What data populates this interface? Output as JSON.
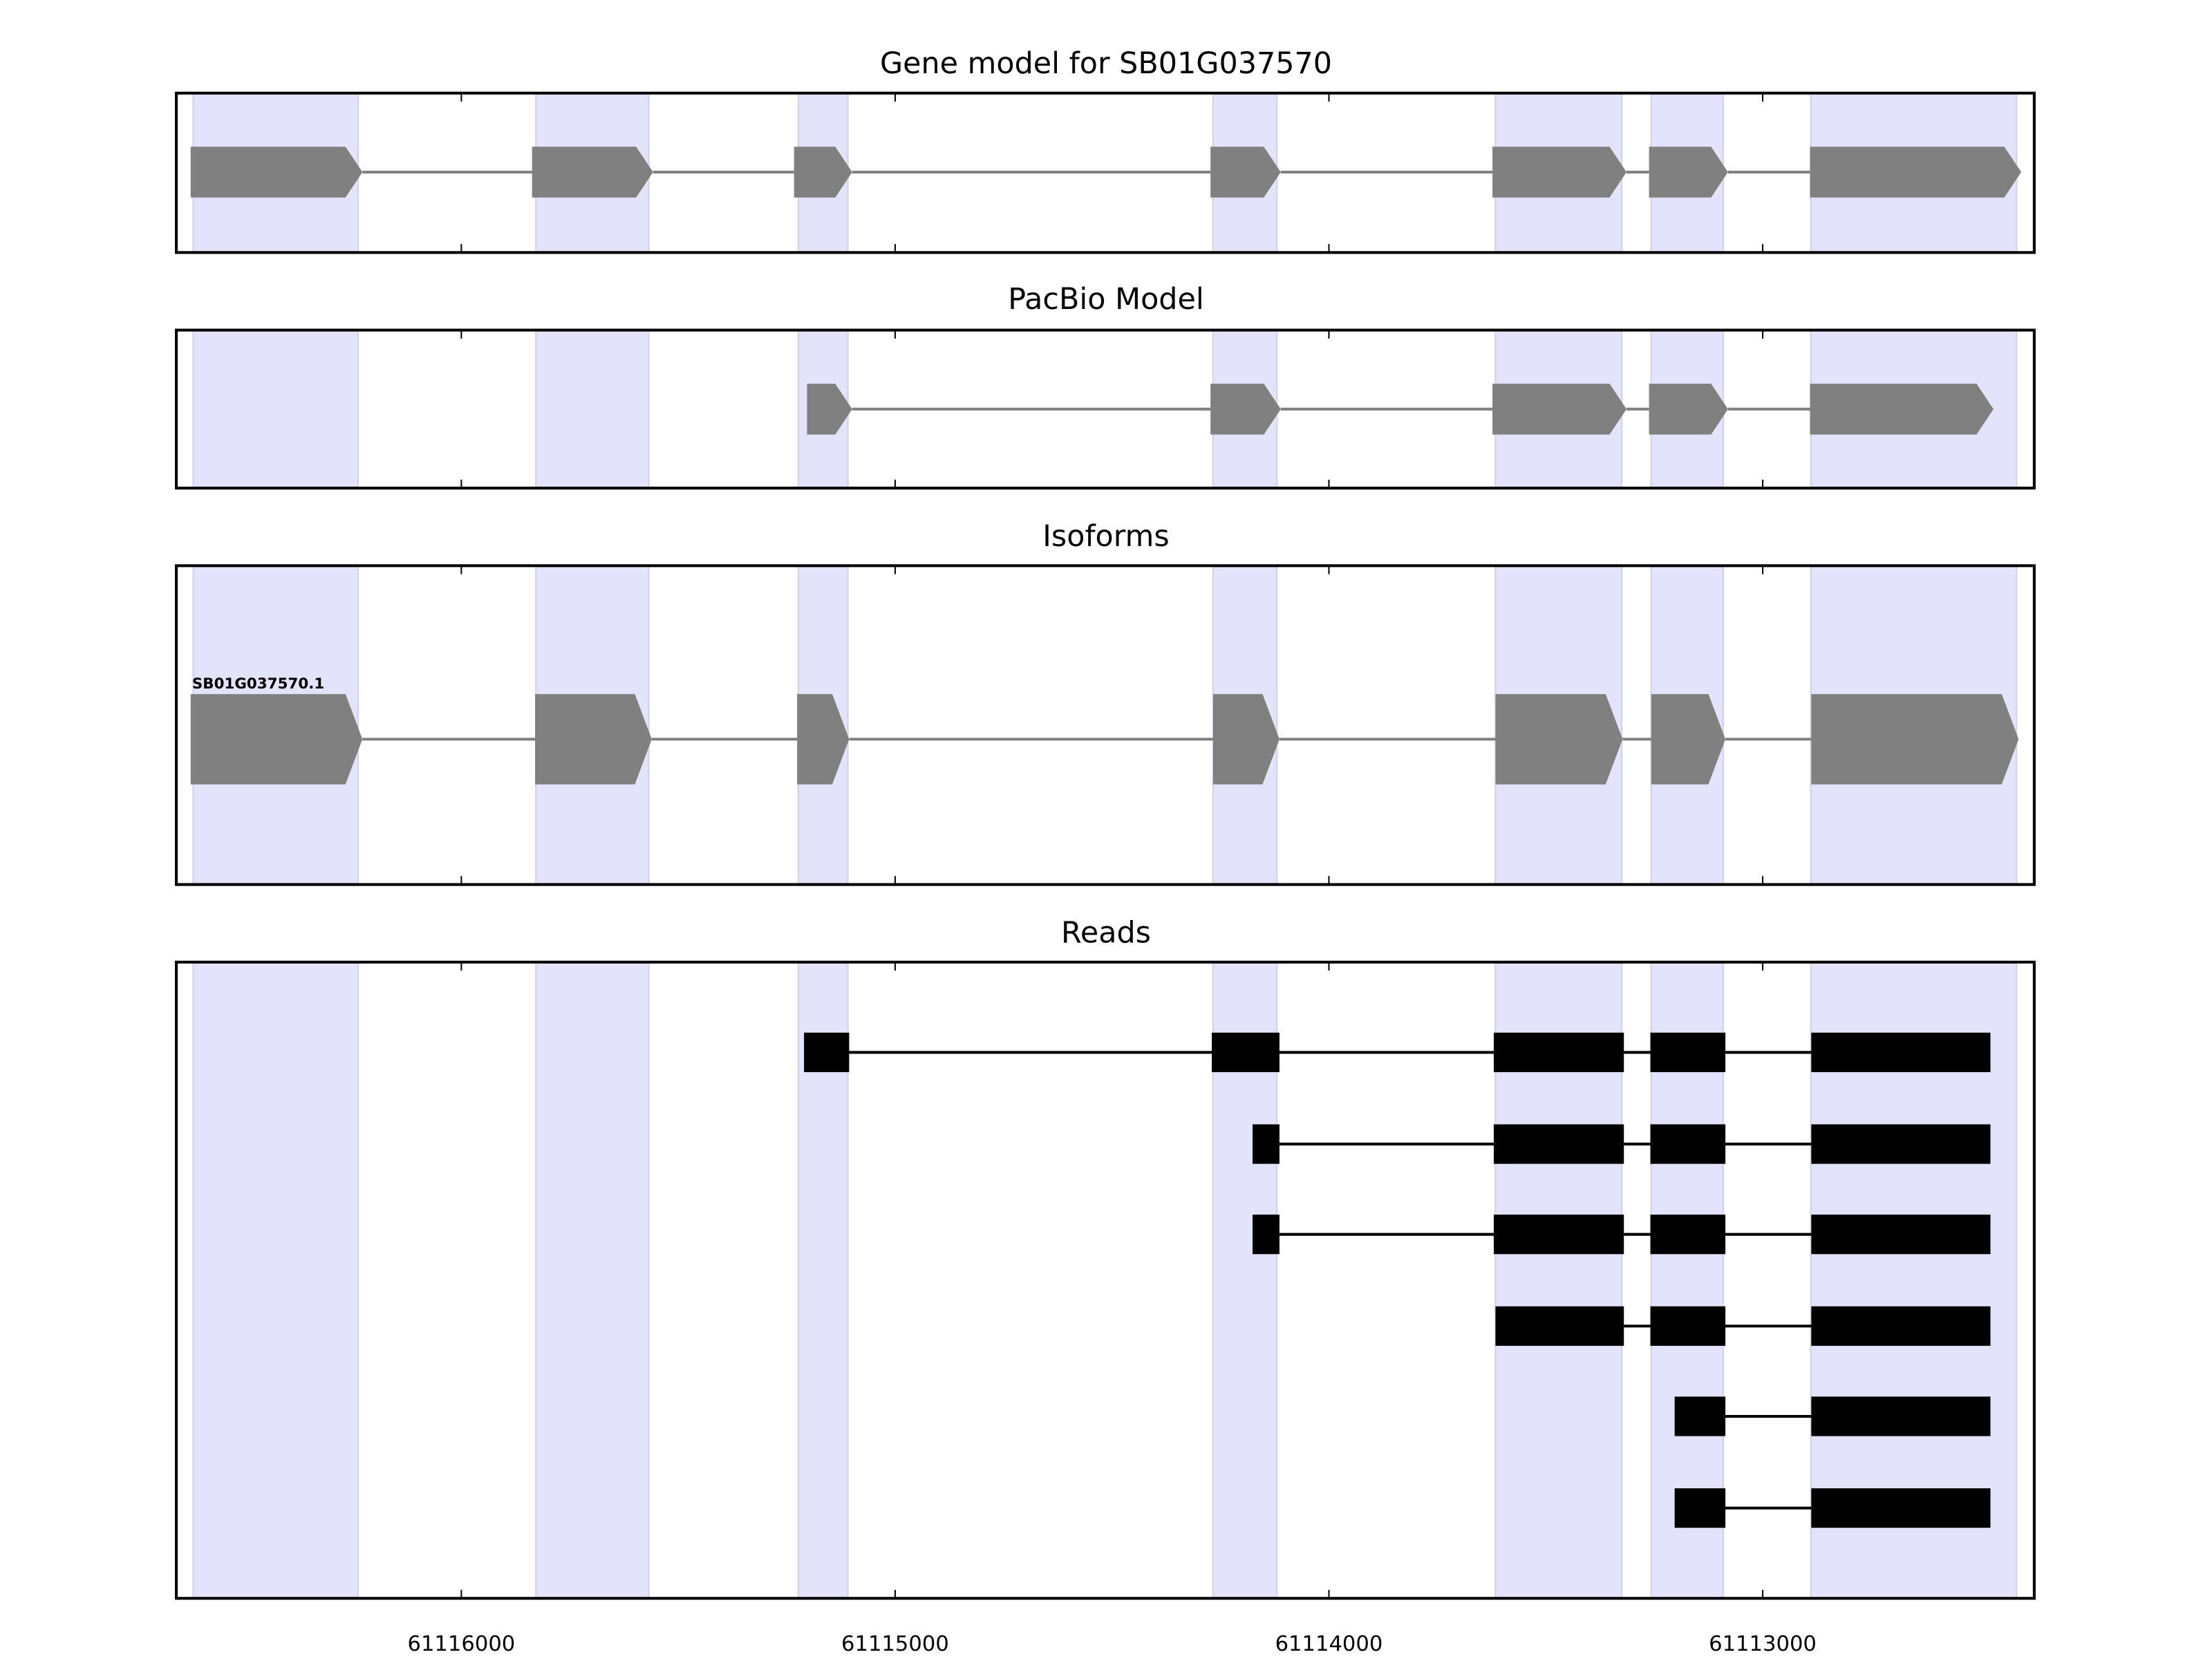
{
  "chart_data": {
    "type": "gene-track",
    "x_reversed": true,
    "xlim": [
      61116657,
      61112374
    ],
    "x_ticks": [
      "61116000",
      "61115000",
      "61114000",
      "61113000"
    ],
    "x_tick_values": [
      61116000,
      61115000,
      61114000,
      61113000
    ],
    "colors": {
      "shade": "#e3e3fb",
      "shade_edge": "#d3d3ee",
      "model": "#808080",
      "read": "#000000"
    },
    "exon_shading": [
      [
        61116618,
        61116238
      ],
      [
        61115828,
        61115568
      ],
      [
        61115223,
        61115109
      ],
      [
        61114267,
        61114120
      ],
      [
        61113616,
        61113325
      ],
      [
        61113257,
        61113091
      ],
      [
        61112889,
        61112415
      ]
    ],
    "panels": [
      {
        "title": "Gene model for SB01G037570",
        "kind": "model",
        "tracks": [
          {
            "label": "",
            "exons": [
              [
                61116624,
                61116228
              ],
              [
                61115837,
                61115558
              ],
              [
                61115233,
                61115099
              ],
              [
                61114273,
                61114111
              ],
              [
                61113623,
                61113314
              ],
              [
                61113262,
                61113080
              ],
              [
                61112891,
                61112404
              ]
            ]
          }
        ]
      },
      {
        "title": "PacBio Model",
        "kind": "model",
        "tracks": [
          {
            "label": "",
            "exons": [
              [
                61115203,
                61115099
              ],
              [
                61114273,
                61114111
              ],
              [
                61113623,
                61113314
              ],
              [
                61113262,
                61113080
              ],
              [
                61112891,
                61112468
              ]
            ]
          }
        ]
      },
      {
        "title": "Isoforms",
        "kind": "isoform",
        "tracks": [
          {
            "label": "SB01G037570.1",
            "exons": [
              [
                61116624,
                61116228
              ],
              [
                61115830,
                61115561
              ],
              [
                61115226,
                61115106
              ],
              [
                61114267,
                61114114
              ],
              [
                61113616,
                61113323
              ],
              [
                61113257,
                61113086
              ],
              [
                61112888,
                61112410
              ]
            ]
          }
        ]
      },
      {
        "title": "Reads",
        "kind": "reads",
        "tracks": [
          {
            "label": "",
            "exons": [
              [
                61115210,
                61115106
              ],
              [
                61114270,
                61114114
              ],
              [
                61113620,
                61113320
              ],
              [
                61113259,
                61113086
              ],
              [
                61112888,
                61112475
              ]
            ]
          },
          {
            "label": "",
            "exons": [
              [
                61114176,
                61114114
              ],
              [
                61113620,
                61113320
              ],
              [
                61113259,
                61113086
              ],
              [
                61112888,
                61112475
              ]
            ]
          },
          {
            "label": "",
            "exons": [
              [
                61114176,
                61114114
              ],
              [
                61113620,
                61113320
              ],
              [
                61113259,
                61113086
              ],
              [
                61112888,
                61112475
              ]
            ]
          },
          {
            "label": "",
            "exons": [
              [
                61113616,
                61113320
              ],
              [
                61113259,
                61113086
              ],
              [
                61112888,
                61112475
              ]
            ]
          },
          {
            "label": "",
            "exons": [
              [
                61113203,
                61113086
              ],
              [
                61112888,
                61112475
              ]
            ]
          },
          {
            "label": "",
            "exons": [
              [
                61113203,
                61113086
              ],
              [
                61112888,
                61112475
              ]
            ]
          }
        ]
      }
    ]
  }
}
